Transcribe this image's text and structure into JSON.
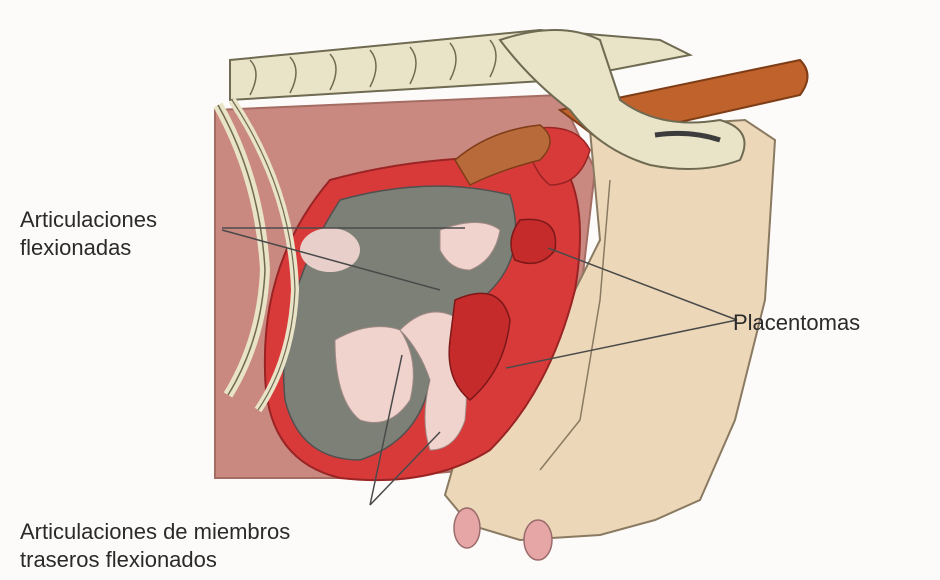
{
  "labels": {
    "flexed_joints": "Articulaciones\nflexionadas",
    "placentomes": "Placentomas",
    "hind_limb_joints": "Articulaciones de miembros\ntraseros flexionados"
  },
  "colors": {
    "background": "#fdfbf9",
    "bone": "#e9e3c7",
    "body_wall": "#ecd8b8",
    "uterine_wall": "#c98880",
    "uterus_red": "#d83a3a",
    "calf_dark": "#7d8076",
    "calf_pink": "#f1d3cd",
    "rectum": "#c0622b",
    "leader_line": "#4a4a4a"
  }
}
